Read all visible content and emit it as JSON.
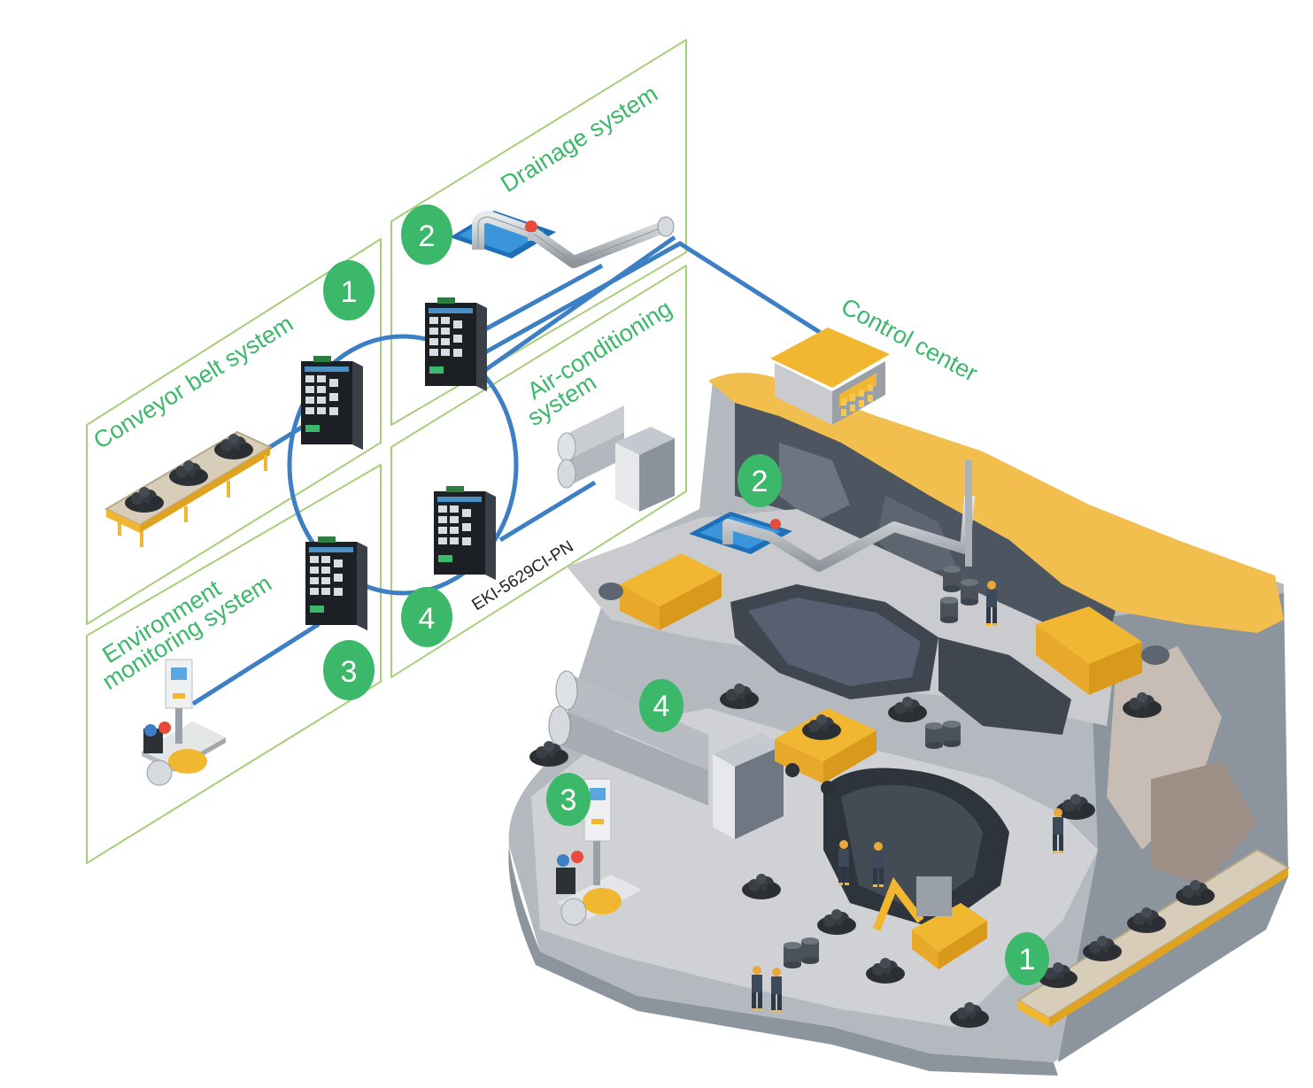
{
  "colors": {
    "accent_green": "#3cb86a",
    "panel_outline": "#a6cf7a",
    "network_link": "#3d7fc4",
    "rock_dark": "#4d5560",
    "rock_mid": "#7b8593",
    "ground_light": "#c9cbce",
    "sand_top": "#f2be4d",
    "machine_yellow": "#f2b731",
    "switch_body": "#2b3036"
  },
  "panels": [
    {
      "badge": "1",
      "title": "Conveyor belt system",
      "icon": "conveyor-belt-icon"
    },
    {
      "badge": "2",
      "title": "Drainage system",
      "icon": "drainage-pipe-icon"
    },
    {
      "badge": "3",
      "title_line1": "Environment",
      "title_line2": "monitoring system",
      "icon": "gas-monitor-pump-icon"
    },
    {
      "badge": "4",
      "title_line1": "Air-conditioning",
      "title_line2": "system",
      "icon": "air-duct-icon"
    }
  ],
  "switch_model": "EKI-5629CI-PN",
  "control_center_label": "Control center",
  "mine_markers": [
    "1",
    "2",
    "3",
    "4"
  ]
}
